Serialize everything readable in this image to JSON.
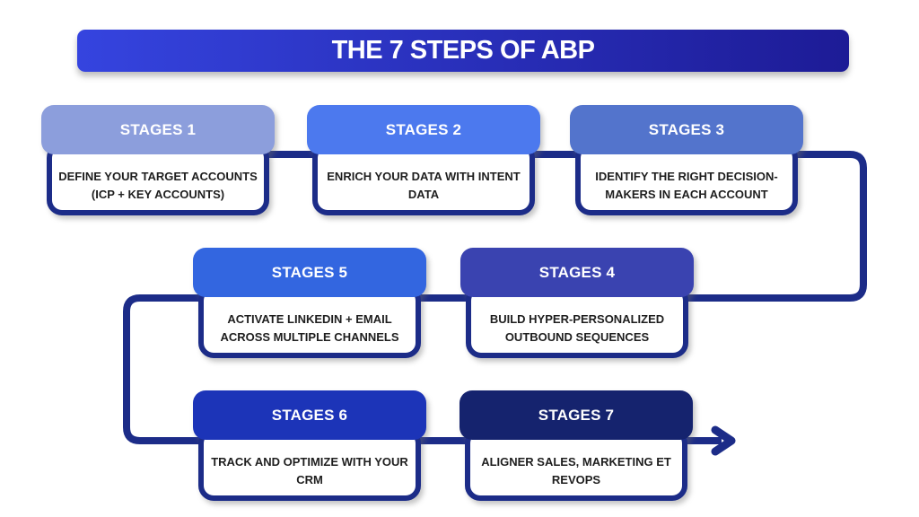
{
  "title": {
    "text": "THE 7 STEPS OF ABP",
    "gradient_left": "#3544DF",
    "gradient_right": "#1D1B96"
  },
  "theme": {
    "border_color": "#1C2C88",
    "body_text_color": "#1E1E1E",
    "header_text_color": "#FFFFFF",
    "background": "#FFFFFF"
  },
  "stages": [
    {
      "label": "STAGES 1",
      "description": "DEFINE YOUR TARGET ACCOUNTS (ICP + KEY ACCOUNTS)",
      "header_color": "#8C9EDC"
    },
    {
      "label": "STAGES 2",
      "description": "ENRICH YOUR DATA WITH INTENT DATA",
      "header_color": "#4C79EE"
    },
    {
      "label": "STAGES 3",
      "description": "IDENTIFY THE RIGHT DECISION-MAKERS IN EACH ACCOUNT",
      "header_color": "#5374CC"
    },
    {
      "label": "STAGES 4",
      "description": "BUILD HYPER-PERSONALIZED OUTBOUND SEQUENCES",
      "header_color": "#3A43B0"
    },
    {
      "label": "STAGES 5",
      "description": "ACTIVATE LINKEDIN + EMAIL ACROSS MULTIPLE CHANNELS",
      "header_color": "#3366E0"
    },
    {
      "label": "STAGES 6",
      "description": "TRACK AND OPTIMIZE WITH YOUR CRM",
      "header_color": "#1C34B8"
    },
    {
      "label": "STAGES 7",
      "description": "ALIGNER SALES, MARKETING ET REVOPS",
      "header_color": "#15236E"
    }
  ],
  "flow": {
    "arrow_icon": "arrow-right"
  }
}
